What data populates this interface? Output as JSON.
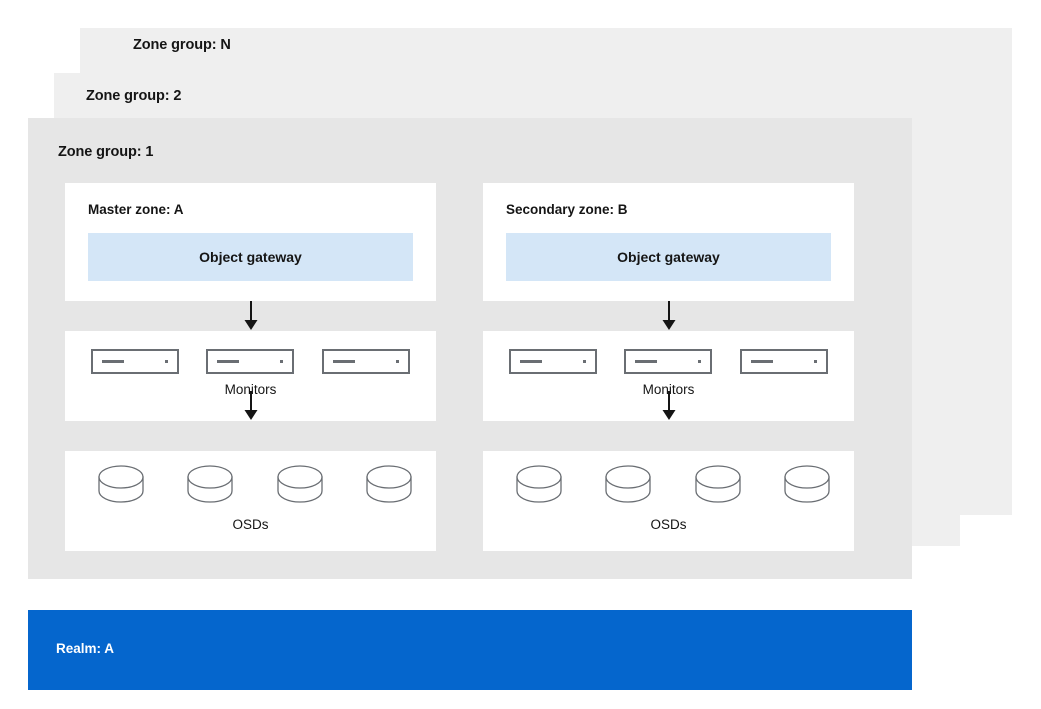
{
  "diagram": {
    "zone_groups": [
      {
        "title": "Zone group: N"
      },
      {
        "title": "Zone group: 2"
      },
      {
        "title": "Zone group: 1"
      }
    ],
    "zones": [
      {
        "label": "Master zone: A",
        "gateway": "Object gateway",
        "monitors_caption": "Monitors",
        "monitors_count": 3,
        "osds_caption": "OSDs",
        "osds_count": 4
      },
      {
        "label": "Secondary zone: B",
        "gateway": "Object gateway",
        "monitors_caption": "Monitors",
        "monitors_count": 3,
        "osds_caption": "OSDs",
        "osds_count": 4
      }
    ],
    "realm": {
      "label": "Realm: A"
    },
    "colors": {
      "panel_front": "#e6e6e6",
      "panel_back": "#efefef",
      "card": "#ffffff",
      "gateway": "#d4e6f7",
      "realm": "#0566cd",
      "icon_stroke": "#6a6e73",
      "text": "#151515"
    }
  }
}
